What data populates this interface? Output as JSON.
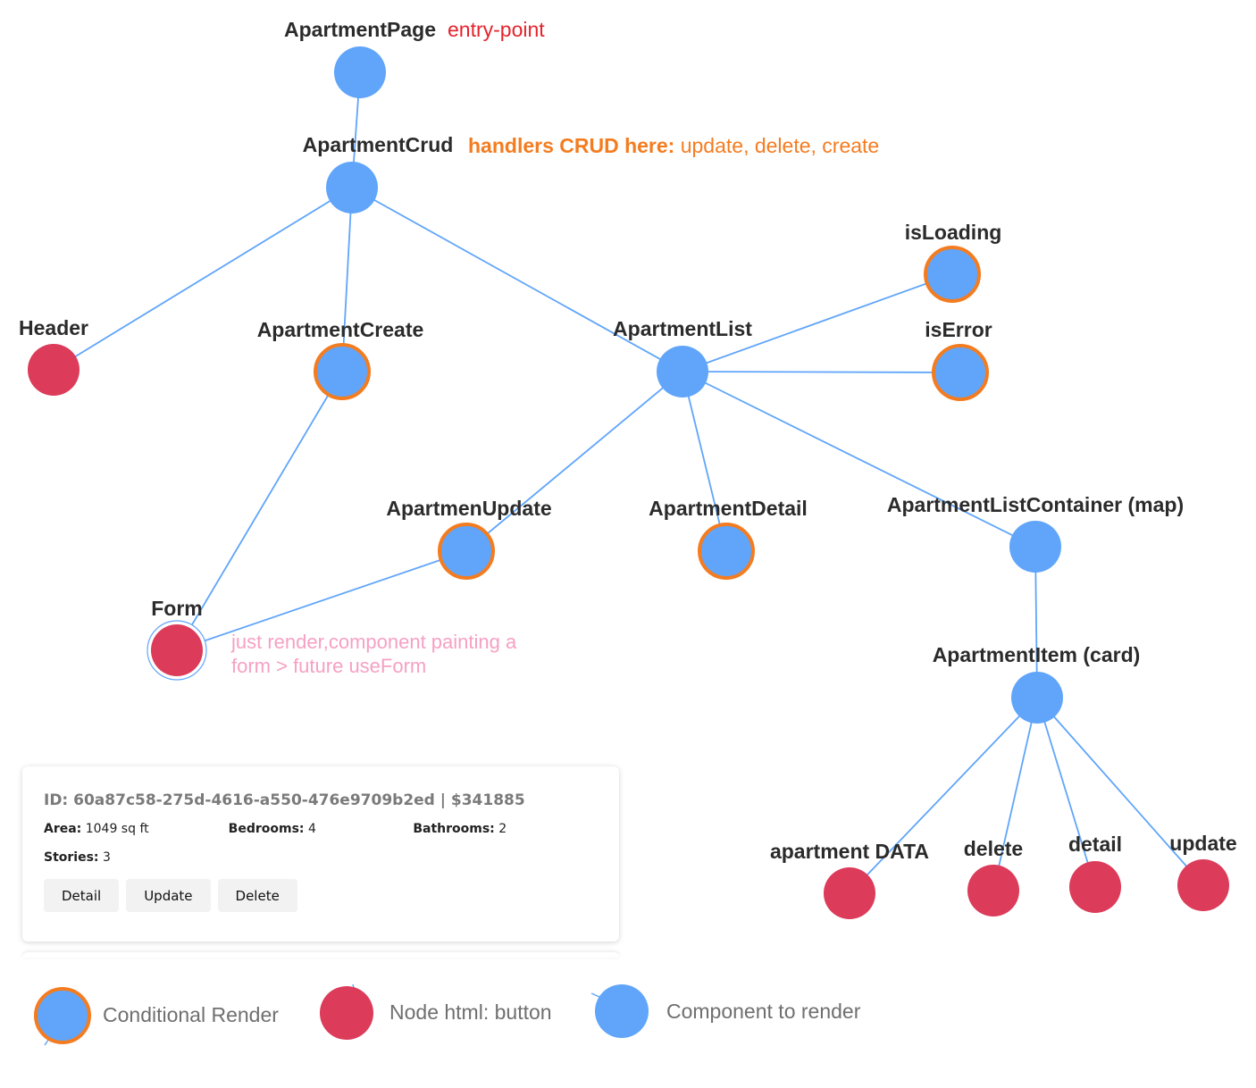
{
  "colors": {
    "component": "#60a5fa",
    "button_node": "#dc3b5a",
    "conditional_ring": "#f47c20",
    "edge": "#60a5fa"
  },
  "diagram": {
    "nodes": [
      {
        "id": "apartment-page",
        "label": "ApartmentPage",
        "kind": "component"
      },
      {
        "id": "apartment-crud",
        "label": "ApartmentCrud",
        "kind": "component"
      },
      {
        "id": "header",
        "label": "Header",
        "kind": "button"
      },
      {
        "id": "apartment-create",
        "label": "ApartmentCreate",
        "kind": "conditional"
      },
      {
        "id": "apartment-list",
        "label": "ApartmentList",
        "kind": "component"
      },
      {
        "id": "is-loading",
        "label": "isLoading",
        "kind": "conditional"
      },
      {
        "id": "is-error",
        "label": "isError",
        "kind": "conditional"
      },
      {
        "id": "apartmen-update",
        "label": "ApartmenUpdate",
        "kind": "conditional"
      },
      {
        "id": "apartment-detail",
        "label": "ApartmentDetail",
        "kind": "conditional"
      },
      {
        "id": "apartment-list-container",
        "label": "ApartmentListContainer (map)",
        "kind": "component"
      },
      {
        "id": "form",
        "label": "Form",
        "kind": "button"
      },
      {
        "id": "apartment-item",
        "label": "ApartmentItem (card)",
        "kind": "component"
      },
      {
        "id": "apartment-data",
        "label": "apartment DATA",
        "kind": "button"
      },
      {
        "id": "delete",
        "label": "delete",
        "kind": "button"
      },
      {
        "id": "detail",
        "label": "detail",
        "kind": "button"
      },
      {
        "id": "update",
        "label": "update",
        "kind": "button"
      }
    ],
    "edges": [
      [
        "apartment-page",
        "apartment-crud"
      ],
      [
        "apartment-crud",
        "header"
      ],
      [
        "apartment-crud",
        "apartment-create"
      ],
      [
        "apartment-crud",
        "apartment-list"
      ],
      [
        "apartment-list",
        "is-loading"
      ],
      [
        "apartment-list",
        "is-error"
      ],
      [
        "apartment-list",
        "apartmen-update"
      ],
      [
        "apartment-list",
        "apartment-detail"
      ],
      [
        "apartment-list",
        "apartment-list-container"
      ],
      [
        "apartment-create",
        "form"
      ],
      [
        "apartmen-update",
        "form"
      ],
      [
        "apartment-list-container",
        "apartment-item"
      ],
      [
        "apartment-item",
        "apartment-data"
      ],
      [
        "apartment-item",
        "delete"
      ],
      [
        "apartment-item",
        "detail"
      ],
      [
        "apartment-item",
        "update"
      ]
    ],
    "annotations": {
      "entry_point": "entry-point",
      "crud_bold": "handlers CRUD here:",
      "crud_rest": " update, delete, create",
      "form_note_line1": "just render,component painting a",
      "form_note_line2": "form > future useForm"
    }
  },
  "card": {
    "title": "ID: 60a87c58-275d-4616-a550-476e9709b2ed | $341885",
    "area_label": "Area:",
    "area_value": " 1049 sq ft",
    "bedrooms_label": "Bedrooms:",
    "bedrooms_value": " 4",
    "bathrooms_label": "Bathrooms:",
    "bathrooms_value": " 2",
    "stories_label": "Stories:",
    "stories_value": " 3",
    "buttons": {
      "detail": "Detail",
      "update": "Update",
      "delete": "Delete"
    }
  },
  "legend": {
    "conditional": "Conditional Render",
    "button": "Node html: button",
    "component": "Component to render"
  }
}
